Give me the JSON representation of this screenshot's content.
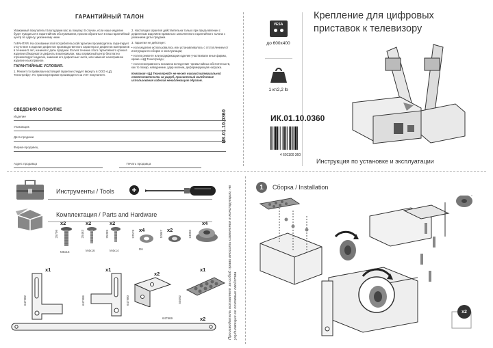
{
  "warranty": {
    "title": "ГАРАНТИЙНЫЙ ТАЛОН",
    "col1": [
      "Уважаемый покупатель! Благодарим вас за покупку. В случае, если наше изделие будет нуждаться в гарантийном обслуживании, просим обратиться в наш гарантийный центр по адресу, указанному ниже.",
      "ГАРАНТИЯ. На основании этой потребительской гарантии производитель гарантирует отсутствие в изделии дефектов производственного характера и дефектов материалов в течение 5 лет, начиная с даты продажи. Если в течение этого гарантийного срока в изделии обнаружатся дефекты в материалах, наш сервисный центр бесплатно отремонтирует изделие, заменив его дефектные части, или заменит неисправное изделие на исправное.",
      "ГАРАНТИЙНЫЕ УСЛОВИЯ.",
      "1. Ремонт по правилам настоящей гарантии следует вернуть в ООО «ЦД Технотрейд». По транспортировке производится за счёт покупателя."
    ],
    "col2": [
      "2. Настоящая гарантия действительна только при предъявлении с дефектным изделием правильно заполненного гарантийного талона с указанием даты продажи.",
      "3. Гарантия не действует:",
      "• если изделие использовалось или устанавливалось с отступлением от инструкции по сборке и эксплуатации;",
      "• если в ремонте или модификации изделия участвовали иные фирмы, кроме «ЦД Технотрейд»;",
      "• если неисправность возникла вследствие чрезвычайных обстоятельств, как то пожар, наводнение, удар молнии, деформирующая нагрузка.",
      "Компания «ЦД Технотрейд» не несет никакой материальной ответственности за ущерб, причиненный вследствие использования изделия ненадлежащим образом."
    ],
    "purchase_heading": "СВЕДЕНИЯ О ПОКУПКЕ",
    "fields": [
      "Изделие",
      "Упаковщик",
      "Дата продажи",
      "Фирма-продавец",
      "Адрес продавца"
    ],
    "stamp_label": "Печать продавца",
    "vertical_code": "ИК.01.10.0360"
  },
  "cover": {
    "title_line1": "Крепление для цифровых",
    "title_line2": "приставок к телевизору",
    "vesa_label": "VESA",
    "vesa_value": "до 600x400",
    "weight_value": "1 кг/2,2 lb",
    "model_code": "ИК.01.10.0360",
    "barcode_number": "4 601100 360",
    "instruction": "Инструкция по установке и эксплуатации"
  },
  "tools": {
    "label": "Инструменты / Tools",
    "plus": "+"
  },
  "parts": {
    "label": "Комплектация / Parts and Hardware",
    "hardware": [
      {
        "qty": "x2",
        "code": "25709",
        "size": "M6x16"
      },
      {
        "qty": "x2",
        "code": "25463",
        "size": "M4x16"
      },
      {
        "qty": "x2",
        "code": "25389",
        "size": "M4x14"
      },
      {
        "qty": "x4",
        "code": "97578",
        "size": "D6"
      },
      {
        "qty": "x2",
        "code": "10867",
        "size": ""
      },
      {
        "qty": "x4",
        "code": "24903",
        "size": ""
      }
    ],
    "brackets": [
      {
        "qty": "x1",
        "code": "647982"
      },
      {
        "qty": "x1",
        "code": "647986"
      },
      {
        "qty": "x2",
        "code": "647980"
      },
      {
        "qty": "x1",
        "code": "50392"
      }
    ],
    "strap_code": "647969",
    "strap_qty": "x2"
  },
  "assembly": {
    "step": "1",
    "label": "Сборка / Installation",
    "badge_qty": "x2"
  },
  "side_note": "Производитель оставляет за собой право вносить изменения в конструкцию, не ухудшающие ее основные свойства"
}
